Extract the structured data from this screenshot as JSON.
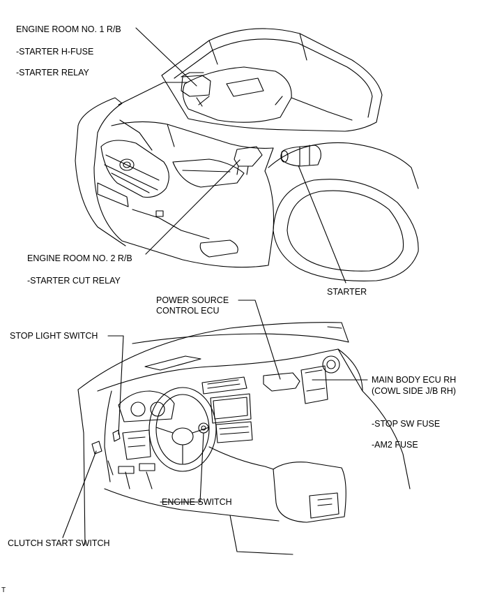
{
  "labels": {
    "engine_room_1": "ENGINE ROOM NO. 1 R/B",
    "starter_h_fuse": "-STARTER H-FUSE",
    "starter_relay": "-STARTER RELAY",
    "engine_room_2": "ENGINE ROOM NO. 2 R/B",
    "starter_cut_relay": "-STARTER CUT RELAY",
    "starter": "STARTER",
    "power_source_line1": "POWER SOURCE",
    "power_source_line2": "CONTROL ECU",
    "stop_light_switch": "STOP LIGHT SWITCH",
    "main_body_line1": "MAIN BODY ECU RH",
    "main_body_line2": "(COWL SIDE J/B RH)",
    "stop_sw_fuse": "-STOP SW FUSE",
    "am2_fuse": "-AM2 FUSE",
    "engine_switch": "ENGINE SWITCH",
    "clutch_start_switch": "CLUTCH START SWITCH",
    "corner_mark": "T"
  },
  "colors": {
    "ink": "#000000",
    "paper": "#ffffff"
  }
}
